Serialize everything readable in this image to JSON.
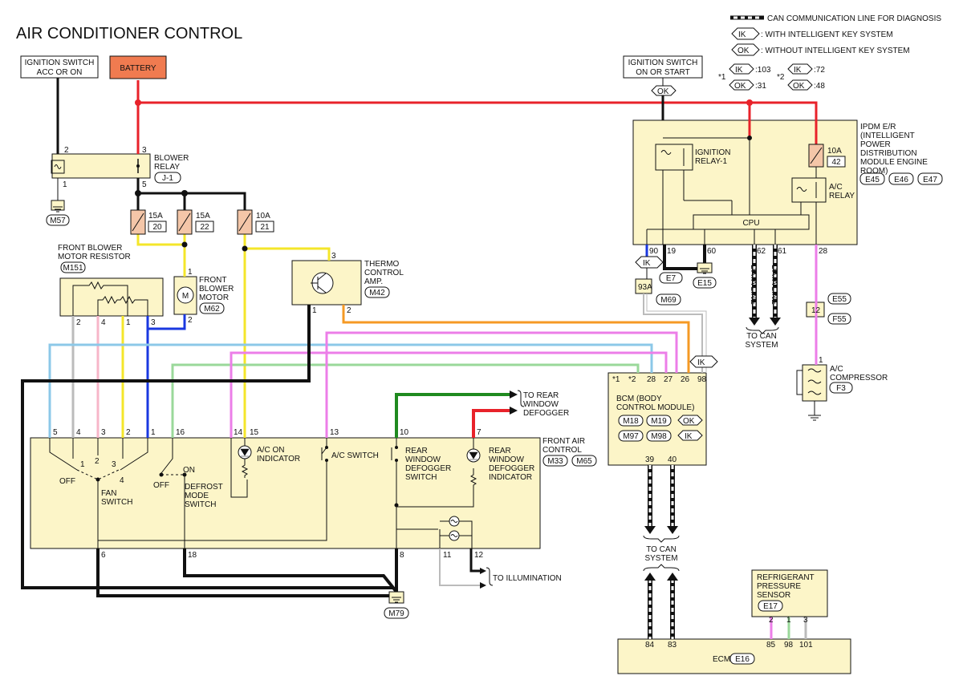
{
  "title": "AIR CONDITIONER CONTROL",
  "legend": {
    "can": "CAN COMMUNICATION LINE FOR DIAGNOSIS",
    "ik": "IK",
    "ik_text": ": WITH INTELLIGENT KEY SYSTEM",
    "ok": "OK",
    "ok_text": ": WITHOUT INTELLIGENT KEY SYSTEM",
    "star1": "*1",
    "star2": "*2",
    "s1_ik": ":103",
    "s1_ok": ":31",
    "s2_ik": ":72",
    "s2_ok": ":48"
  },
  "colors": {
    "red": "#e8222a",
    "black": "#111111",
    "yellow": "#f4e62a",
    "blue": "#1a38e0",
    "pink": "#f7b6c8",
    "lightblue": "#8cc8e8",
    "green": "#9ad89a",
    "darkgreen": "#1f8a1f",
    "orange": "#f59a24",
    "violet": "#ec7ee8",
    "gray": "#bbbbbb",
    "battery": "#f07b50",
    "box": "#fcf5c8"
  },
  "power": {
    "ign_acc_1": "IGNITION SWITCH",
    "ign_acc_2": "ACC OR ON",
    "battery": "BATTERY",
    "ign_start_1": "IGNITION SWITCH",
    "ign_start_2": "ON OR START",
    "ok_tag": "OK"
  },
  "blower_relay": {
    "l1": "BLOWER",
    "l2": "RELAY",
    "conn": "J-1",
    "p2": "2",
    "p3": "3",
    "p1": "1",
    "p5": "5",
    "gnd": "M57"
  },
  "fuses": [
    {
      "amp": "15A",
      "num": "20"
    },
    {
      "amp": "15A",
      "num": "22"
    },
    {
      "amp": "10A",
      "num": "21"
    }
  ],
  "resistor": {
    "l1": "FRONT BLOWER",
    "l2": "MOTOR RESISTOR",
    "conn": "M151",
    "pins": [
      "2",
      "4",
      "1",
      "3"
    ]
  },
  "motor": {
    "l1": "FRONT",
    "l2": "BLOWER",
    "l3": "MOTOR",
    "conn": "M62",
    "p1": "1",
    "p2": "2",
    "sym": "M"
  },
  "thermo": {
    "l1": "THERMO",
    "l2": "CONTROL",
    "l3": "AMP.",
    "conn": "M42",
    "p3": "3",
    "p1": "1",
    "p2": "2"
  },
  "ipdm": {
    "l1": "IPDM E/R",
    "l2": "(INTELLIGENT",
    "l3": "POWER",
    "l4": "DISTRIBUTION",
    "l5": "MODULE ENGINE",
    "l6": "ROOM)",
    "c1": "E45",
    "c2": "E46",
    "c3": "E47",
    "ign_relay_1": "IGNITION",
    "ign_relay_2": "RELAY-1",
    "fuse_amp": "10A",
    "fuse_num": "42",
    "ac_relay_1": "A/C",
    "ac_relay_2": "RELAY",
    "cpu": "CPU",
    "pins": [
      "90",
      "19",
      "60",
      "62",
      "61",
      "28"
    ],
    "e7": "E7",
    "e15": "E15",
    "ik_tag": "IK",
    "data1": "DATA LINE",
    "data2": "DATA LINE",
    "to_can_1": "TO CAN",
    "to_can_2": "SYSTEM"
  },
  "m69": {
    "pin": "93A",
    "conn": "M69"
  },
  "compressor": {
    "pin": "12",
    "c1": "E55",
    "c2": "F55",
    "p1": "1",
    "l1": "A/C",
    "l2": "COMPRESSOR",
    "conn": "F3"
  },
  "bcm": {
    "l1": "BCM (BODY",
    "l2": "CONTROL MODULE)",
    "ca": "M18",
    "cb": "M19",
    "ok": "OK",
    "cc": "M97",
    "cd": "M98",
    "ik": "IK",
    "pins": [
      "*1",
      "*2",
      "28",
      "27",
      "26",
      "98"
    ],
    "bpins": [
      "39",
      "40"
    ],
    "ik_tag": "IK",
    "to_can_1": "TO CAN",
    "to_can_2": "SYSTEM"
  },
  "fac": {
    "l1": "FRONT AIR",
    "l2": "CONTROL",
    "c1": "M33",
    "c2": "M65",
    "top_pins": [
      "5",
      "4",
      "3",
      "2",
      "1",
      "16",
      "14",
      "15",
      "13",
      "10",
      "7"
    ],
    "bot_pins": [
      "6",
      "18",
      "8",
      "11",
      "12"
    ],
    "fan_l1": "FAN",
    "fan_l2": "SWITCH",
    "off": "OFF",
    "fan_pos": [
      "1",
      "2",
      "3",
      "4"
    ],
    "def_l1": "DEFROST",
    "def_l2": "MODE",
    "def_l3": "SWITCH",
    "def_off": "OFF",
    "def_on": "ON",
    "acon_l1": "A/C ON",
    "acon_l2": "INDICATOR",
    "acsw": "A/C SWITCH",
    "rw_l1": "REAR",
    "rw_l2": "WINDOW",
    "rw_l3": "DEFOGGER",
    "rw_l4": "SWITCH",
    "rwi_l1": "REAR",
    "rwi_l2": "WINDOW",
    "rwi_l3": "DEFOGGER",
    "rwi_l4": "INDICATOR",
    "to_rear_1": "TO REAR",
    "to_rear_2": "WINDOW",
    "to_rear_3": "DEFOGGER",
    "to_illum": "TO ILLUMINATION",
    "gnd": "M79"
  },
  "sensor": {
    "l1": "REFRIGERANT",
    "l2": "PRESSURE",
    "l3": "SENSOR",
    "conn": "E17",
    "pins": [
      "2",
      "1",
      "3"
    ]
  },
  "ecm": {
    "label": "ECM",
    "conn": "E16",
    "pins": [
      "84",
      "83",
      "85",
      "98",
      "101"
    ]
  }
}
